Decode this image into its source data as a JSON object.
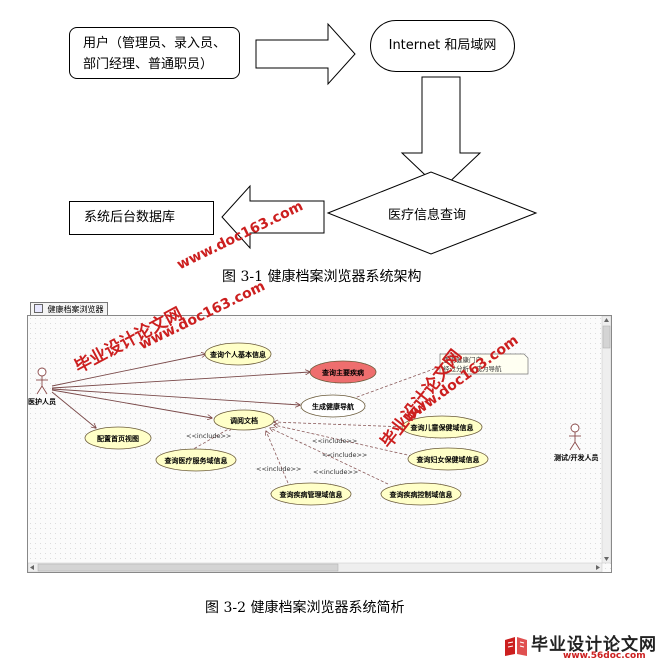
{
  "top_diagram": {
    "users_box": {
      "line1": "用户（管理员、录入员、",
      "line2": "部门经理、普通职员）"
    },
    "network_box": "Internet 和局域网",
    "query_diamond": "医疗信息查询",
    "database_box": "系统后台数据库",
    "caption": "图 3-1    健康档案浏览器系统架构"
  },
  "usecase_diagram": {
    "tab_label": "健康档案浏览器",
    "actors": {
      "medical": "医护人员",
      "tester": "测试/开发人员"
    },
    "usecases": {
      "personal_info": "查询个人基本信息",
      "main_disease": "查询主要疾病",
      "health_nav": "生成健康导航",
      "browse_docs": "调阅文档",
      "homepage": "配置首页视图",
      "medical_service": "查询医疗服务域信息",
      "disease_mgmt": "查询疾病管理域信息",
      "disease_control": "查询疾病控制域信息",
      "child_health": "查询儿童保健域信息",
      "women_health": "查询妇女保健域信息"
    },
    "include_label": "<<include>>",
    "note_lines": [
      "查询健康门户",
      "经过分析，成为导航"
    ],
    "caption": "图 3-2  健康档案浏览器系统简析"
  },
  "watermarks": {
    "site_cn": "毕业设计论文网",
    "site_url1": "www.doc163.com",
    "site_url2": "www.56doc.com"
  },
  "colors": {
    "usecase_fill": "#ffffc8",
    "highlight_fill": "#ee6e6e",
    "watermark": "#cc1f1f"
  }
}
